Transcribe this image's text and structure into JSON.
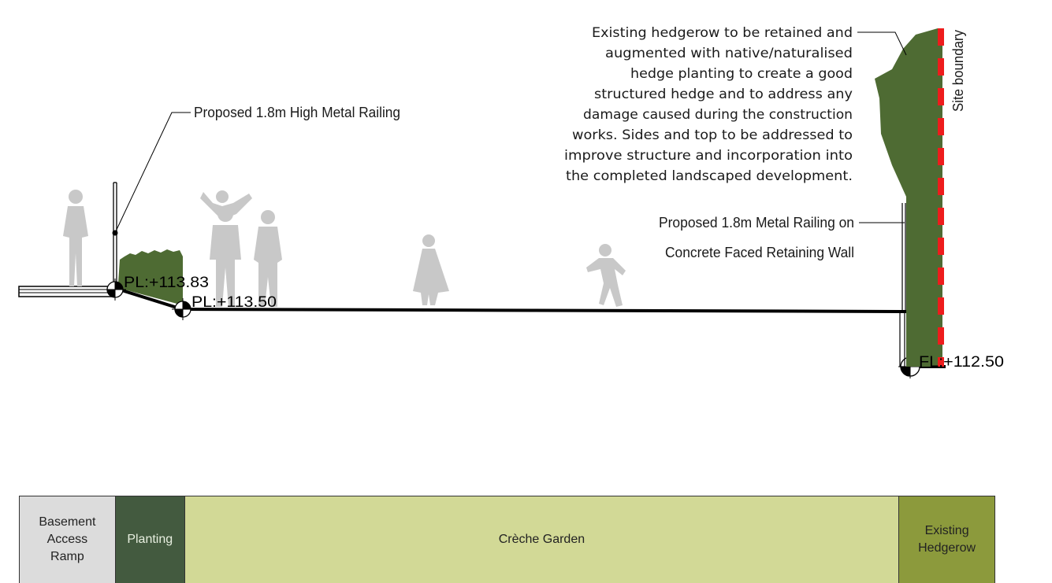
{
  "annotations": {
    "railing_left": "Proposed 1.8m High Metal Railing",
    "railing_right_line1": "Proposed 1.8m Metal Railing on",
    "railing_right_line2": "Concrete Faced Retaining Wall",
    "site_boundary": "Site boundary",
    "hedgerow_note": [
      "Existing hedgerow to be retained and",
      "augmented with native/naturalised",
      "hedge planting to create a good",
      "structured hedge and to address any",
      "damage caused during the construction",
      "works. Sides and top to be addressed to",
      "improve structure and incorporation into",
      "the completed landscaped development."
    ]
  },
  "levels": {
    "pl_upper": "PL:+113.83",
    "pl_lower": "PL:+113.50",
    "fl": "FL:+112.50"
  },
  "zones": [
    {
      "label": "Basement\nAccess\nRamp",
      "color": "#dcdcdc"
    },
    {
      "label": "Planting",
      "color": "#435a3f"
    },
    {
      "label": "Crèche Garden",
      "color": "#d2d996"
    },
    {
      "label": "Existing\nHedgerow",
      "color": "#8c9a3c"
    }
  ],
  "colors": {
    "hedge_green": "#4e6b33",
    "boundary_red": "#ee1c1c",
    "figure_grey": "#c8c8c8",
    "ground_line": "#000000"
  }
}
